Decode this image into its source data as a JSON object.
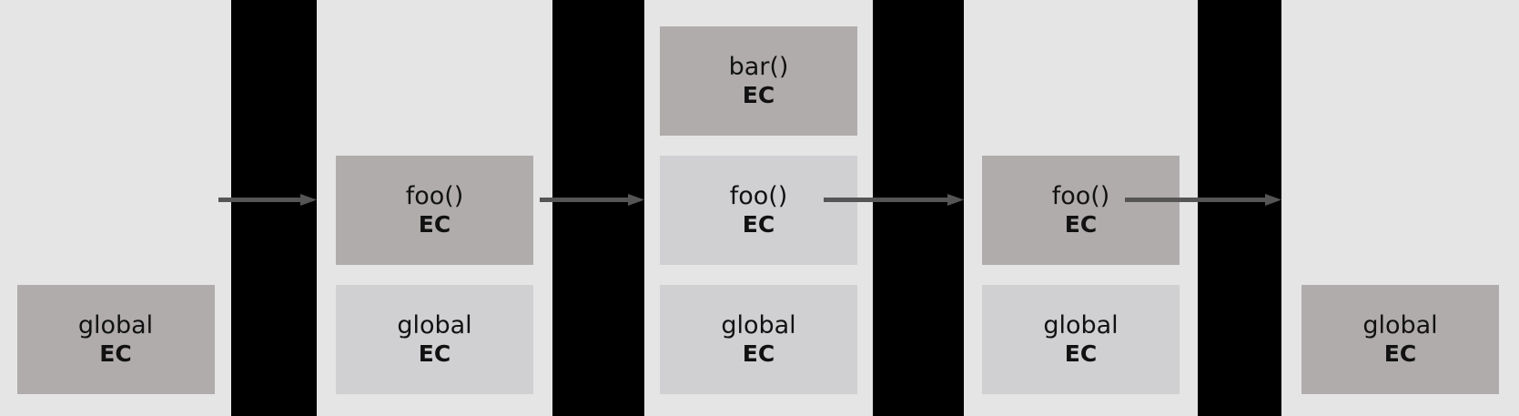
{
  "diagram": {
    "title": "execution-context-stack-progression",
    "colors": {
      "panel_background": "#e5e5e5",
      "gap_background": "#000000",
      "active_frame": "#b0acac",
      "idle_frame": "#d0cfd1",
      "arrow": "#555555",
      "text": "#111111"
    },
    "ec_label": "EC",
    "panels": [
      {
        "id": "panel-1",
        "frames": [
          {
            "name": "global",
            "label": "global",
            "ec": "EC",
            "state": "active"
          }
        ]
      },
      {
        "id": "panel-2",
        "frames": [
          {
            "name": "global",
            "label": "global",
            "ec": "EC",
            "state": "idle"
          },
          {
            "name": "foo",
            "label": "foo()",
            "ec": "EC",
            "state": "active"
          }
        ]
      },
      {
        "id": "panel-3",
        "frames": [
          {
            "name": "global",
            "label": "global",
            "ec": "EC",
            "state": "idle"
          },
          {
            "name": "foo",
            "label": "foo()",
            "ec": "EC",
            "state": "idle"
          },
          {
            "name": "bar",
            "label": "bar()",
            "ec": "EC",
            "state": "active"
          }
        ]
      },
      {
        "id": "panel-4",
        "frames": [
          {
            "name": "global",
            "label": "global",
            "ec": "EC",
            "state": "idle"
          },
          {
            "name": "foo",
            "label": "foo()",
            "ec": "EC",
            "state": "active"
          }
        ]
      },
      {
        "id": "panel-5",
        "frames": [
          {
            "name": "global",
            "label": "global",
            "ec": "EC",
            "state": "active"
          }
        ]
      }
    ],
    "arrows": [
      {
        "id": "arrow-1",
        "from": "panel-1",
        "to": "panel-2",
        "direction": "right"
      },
      {
        "id": "arrow-2",
        "from": "panel-2",
        "to": "panel-3",
        "direction": "right"
      },
      {
        "id": "arrow-3",
        "from": "panel-3",
        "to": "panel-4",
        "direction": "right"
      },
      {
        "id": "arrow-4",
        "from": "panel-4",
        "to": "panel-5",
        "direction": "right"
      }
    ]
  }
}
